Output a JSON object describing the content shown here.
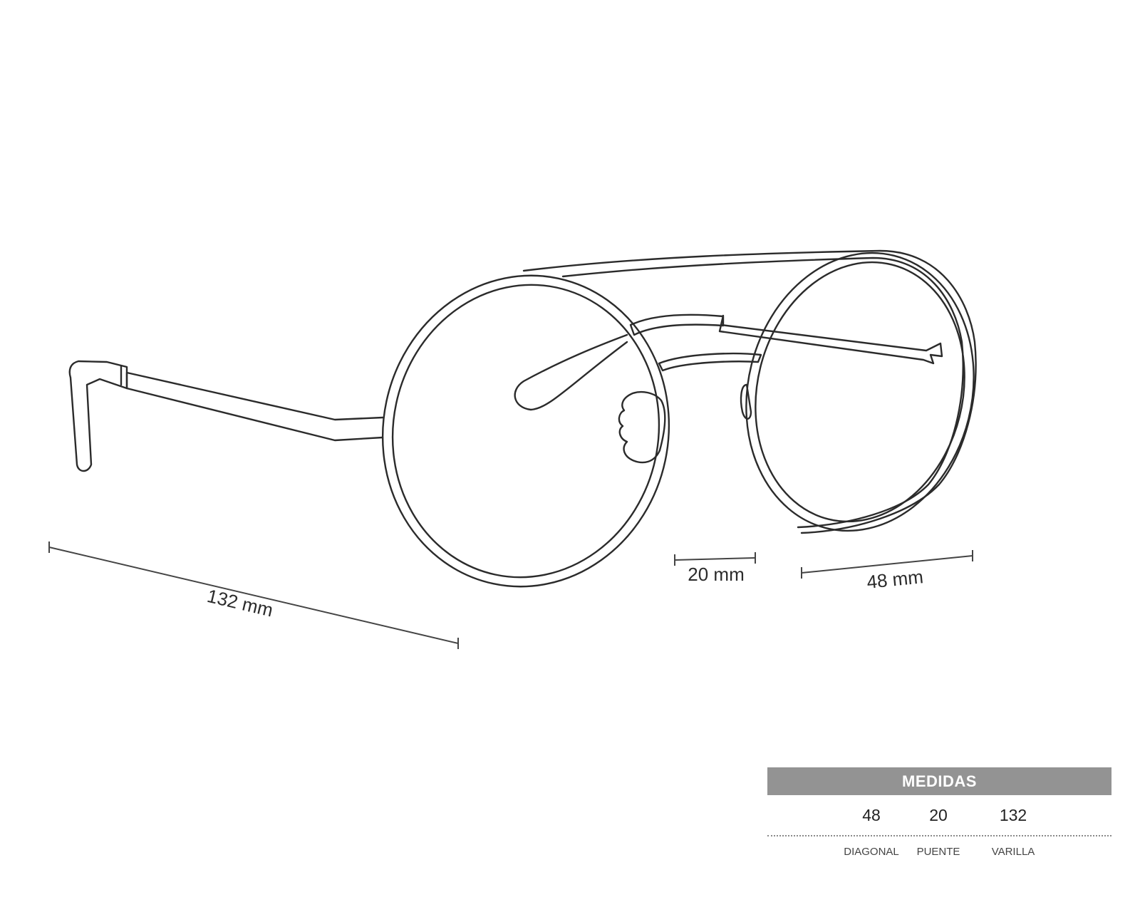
{
  "dimensions": {
    "temple_label": "132 mm",
    "bridge_label": "20 mm",
    "lens_label": "48 mm"
  },
  "table": {
    "title": "MEDIDAS",
    "values": {
      "diagonal": "48",
      "puente": "20",
      "varilla": "132"
    },
    "labels": {
      "diagonal": "DIAGONAL",
      "puente": "PUENTE",
      "varilla": "VARILLA"
    }
  }
}
